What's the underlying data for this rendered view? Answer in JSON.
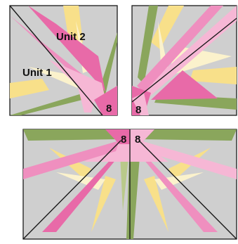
{
  "labels": {
    "unit1": "Unit 1",
    "unit2": "Unit 2",
    "num_top_left": "8",
    "num_top_right": "8",
    "num_bottom_left": "8",
    "num_bottom_right": "8"
  },
  "colors": {
    "background": "#cfcfcf",
    "pink": "#ef8fbf",
    "light_pink": "#f6b7d5",
    "magenta": "#e86aa8",
    "green": "#8aa65c",
    "light_green": "#b9c98a",
    "yellow": "#f8e08a",
    "cream": "#fbf2cc",
    "white": "#f6f6f6",
    "line": "#1a1a1a"
  }
}
